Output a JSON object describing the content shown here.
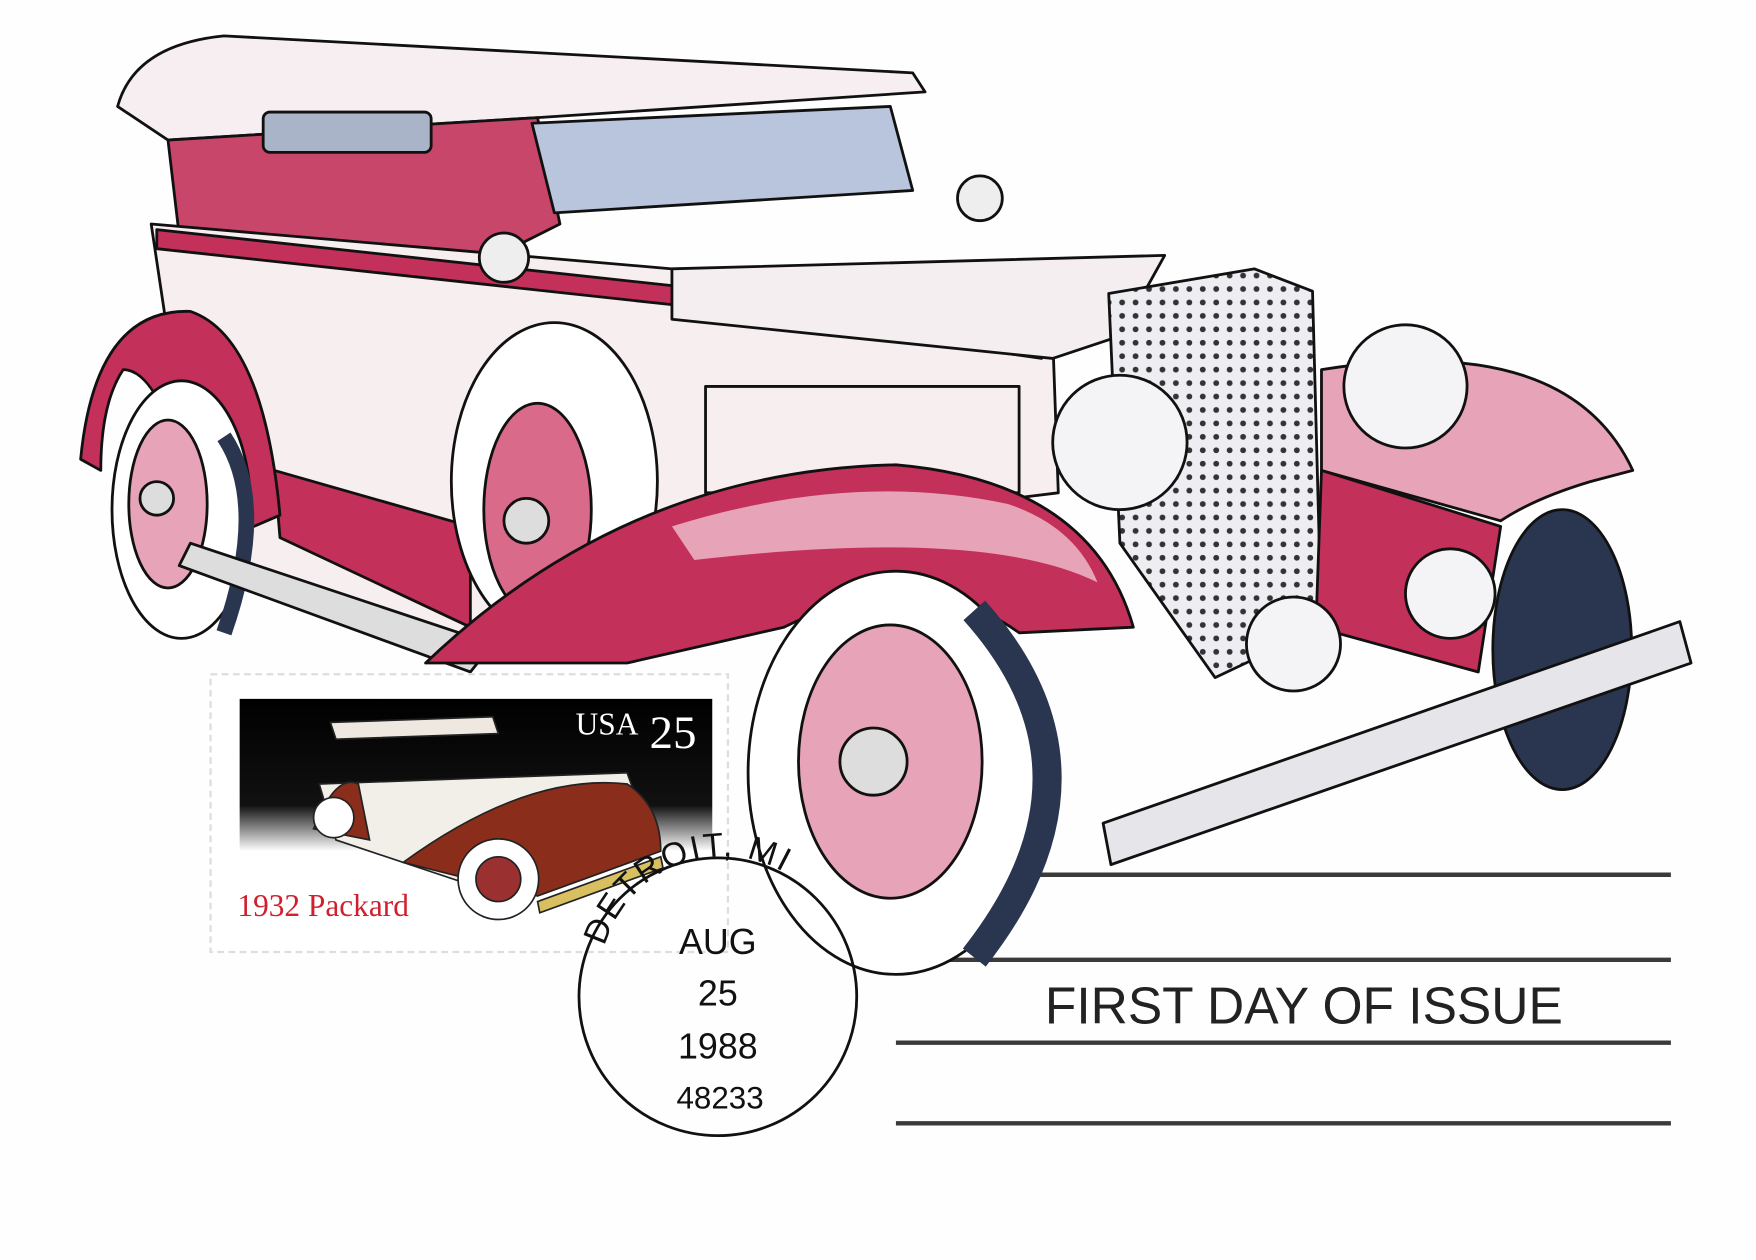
{
  "colors": {
    "crimson": "#c3305a",
    "pink": "#e7a3b8",
    "ink": "#111111",
    "stamp_red": "#d0202e"
  },
  "stamp": {
    "country": "USA",
    "denomination": "25",
    "caption": "1932 Packard"
  },
  "postmark": {
    "city": "DETROIT, MI",
    "month": "AUG",
    "day": "25",
    "year": "1988",
    "zip": "48233"
  },
  "cachet": {
    "title": "FIRST DAY OF ISSUE"
  }
}
